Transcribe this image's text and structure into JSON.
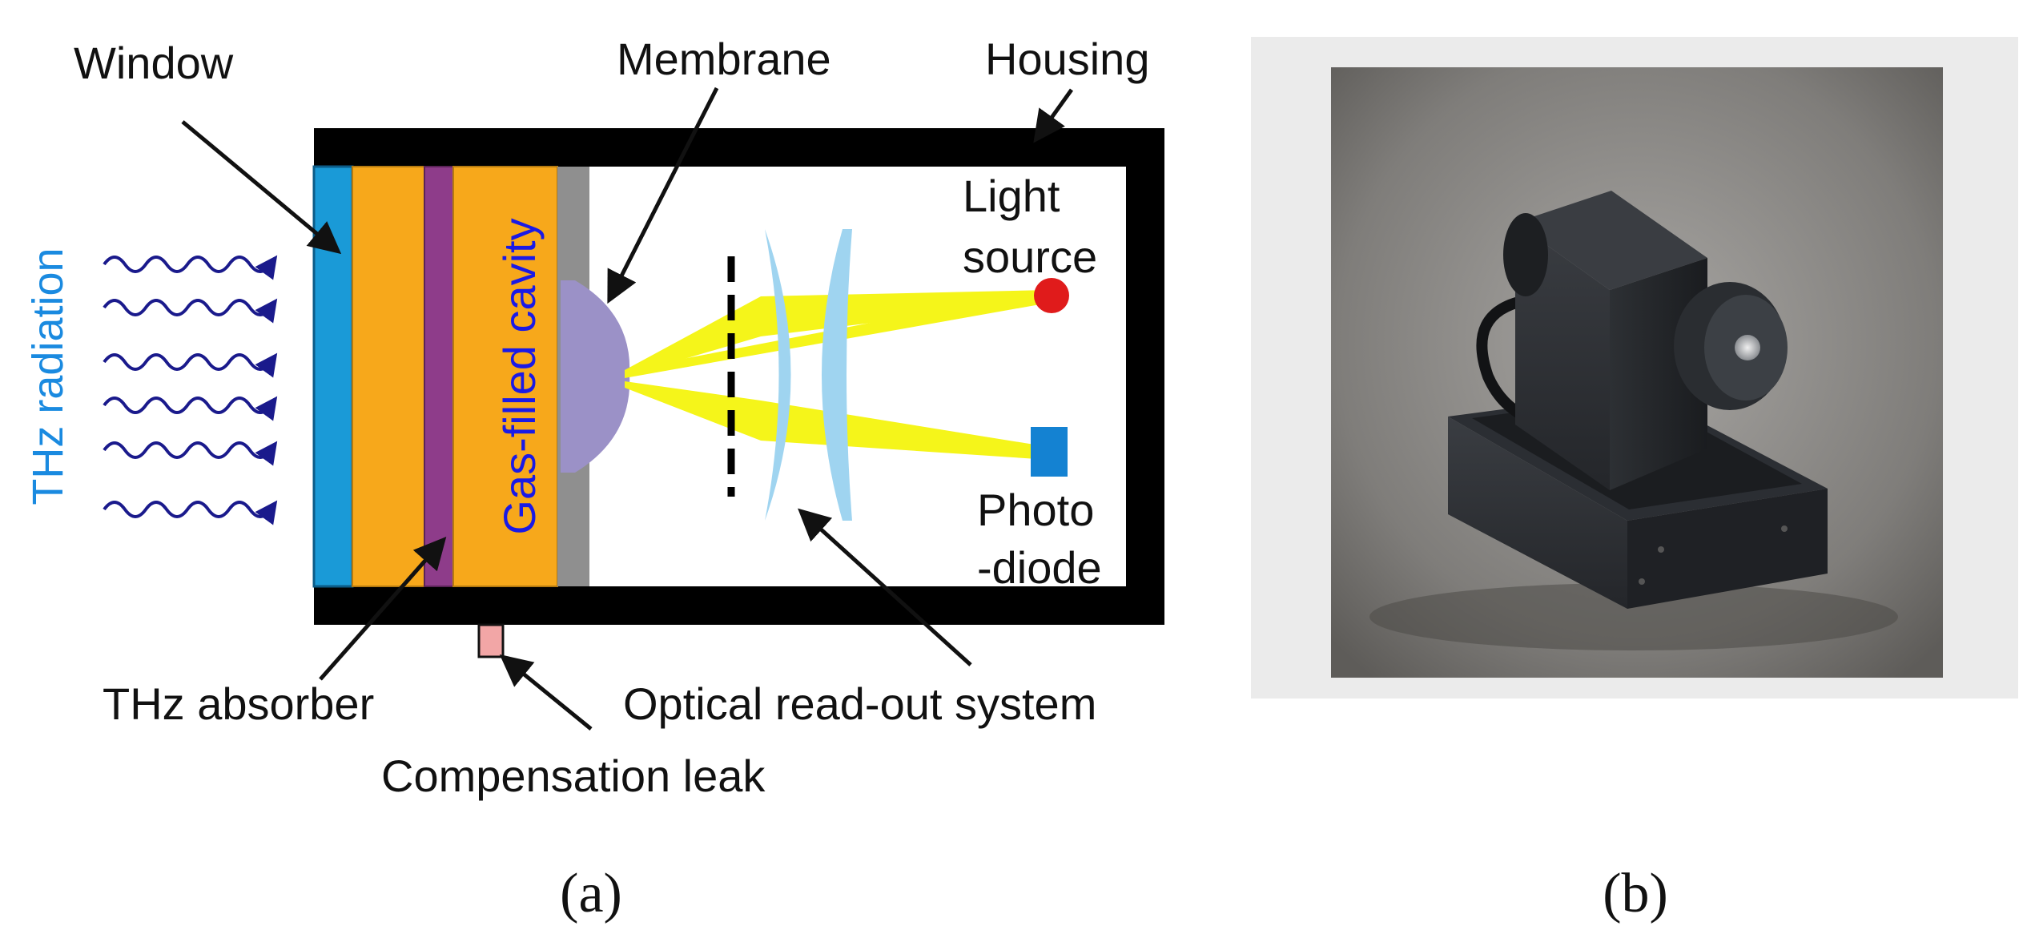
{
  "diagram": {
    "labels": {
      "window": "Window",
      "membrane": "Membrane",
      "housing": "Housing",
      "light_source_1": "Light",
      "light_source_2": "source",
      "photodiode_1": "Photo",
      "photodiode_2": "-diode",
      "thz_radiation": "THz radiation",
      "gas_cavity": "Gas-filled cavity",
      "thz_absorber": "THz absorber",
      "optical_readout": "Optical read-out system",
      "compensation_leak": "Compensation leak"
    },
    "colors": {
      "housing": "#000000",
      "window": "#1a9ad7",
      "absorber_fill": "#f7a81b",
      "absorber_layer": "#8e3c8a",
      "membrane": "#9b91c7",
      "membrane_support": "#8f8f8f",
      "beam": "#f5f51a",
      "lens": "#9fd4f0",
      "light_source": "#e01b1b",
      "photodiode": "#1482d2",
      "leak": "#f2a6a6",
      "radiation_waves": "#1a1a8c",
      "radiation_label": "#1a8ae0",
      "cavity_label": "#1a1ae6"
    }
  },
  "photo": {
    "description_icon": "golay-cell-device-photo"
  },
  "captions": {
    "a": "(a)",
    "b": "(b)"
  }
}
